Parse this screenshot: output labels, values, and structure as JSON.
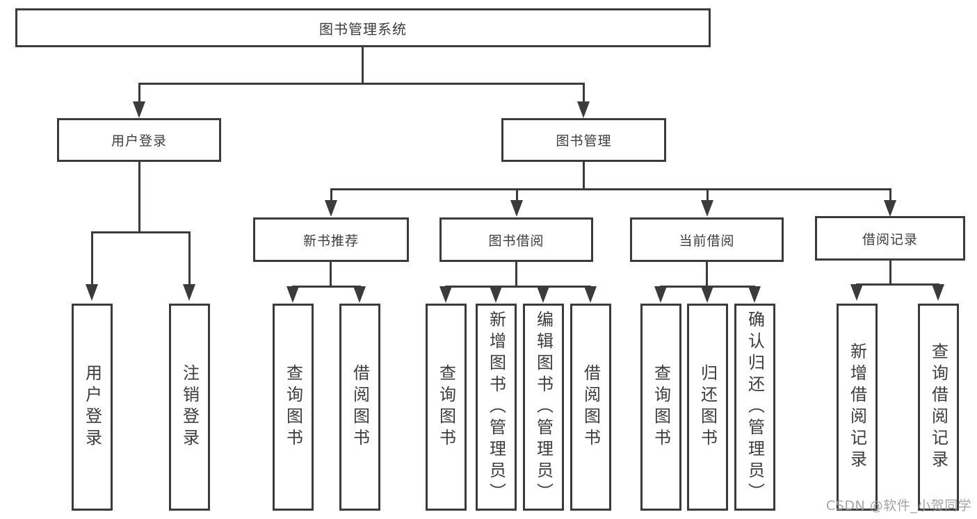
{
  "diagram_title": "图书管理系统",
  "tree": {
    "label": "图书管理系统",
    "children": [
      {
        "label": "用户登录",
        "children": [
          {
            "label": "用户登录"
          },
          {
            "label": "注销登录"
          }
        ]
      },
      {
        "label": "图书管理",
        "children": [
          {
            "label": "新书推荐",
            "children": [
              {
                "label": "查询图书"
              },
              {
                "label": "借阅图书"
              }
            ]
          },
          {
            "label": "图书借阅",
            "children": [
              {
                "label": "查询图书"
              },
              {
                "label": "新增图书（管理员）"
              },
              {
                "label": "编辑图书（管理员）"
              },
              {
                "label": "借阅图书"
              }
            ]
          },
          {
            "label": "当前借阅",
            "children": [
              {
                "label": "查询图书"
              },
              {
                "label": "归还图书"
              },
              {
                "label": "确认归还（管理员）"
              }
            ]
          },
          {
            "label": "借阅记录",
            "children": [
              {
                "label": "新增借阅记录"
              },
              {
                "label": "查询借阅记录"
              }
            ]
          }
        ]
      }
    ]
  },
  "watermark": {
    "text": "CSDN @软件_小贺同学"
  },
  "colors": {
    "line": "#3b3b3b",
    "box_border": "#3b3b3b",
    "text": "#3c3c3c",
    "watermark": "#9a9a9a",
    "background": "#ffffff"
  }
}
